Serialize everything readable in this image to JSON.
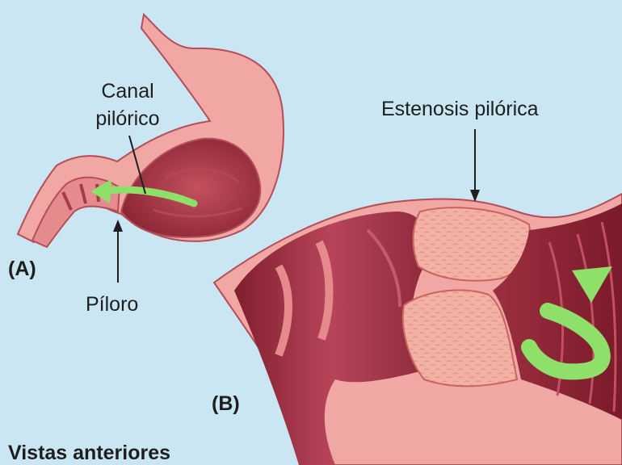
{
  "labels": {
    "canal_line1": "Canal",
    "canal_line2": "pilórico",
    "piloro": "Píloro",
    "estenosis": "Estenosis pilórica",
    "panel_a": "(A)",
    "panel_b": "(B)",
    "caption": "Vistas anteriores"
  },
  "colors": {
    "background": "#c9e6f2",
    "wall_outer": "#f1a7a4",
    "wall_inner": "#d8707a",
    "lumen": "#9b2f3e",
    "muscle": "#f3b0a4",
    "arrow": "#8fe06a",
    "text": "#1e1e1e"
  }
}
